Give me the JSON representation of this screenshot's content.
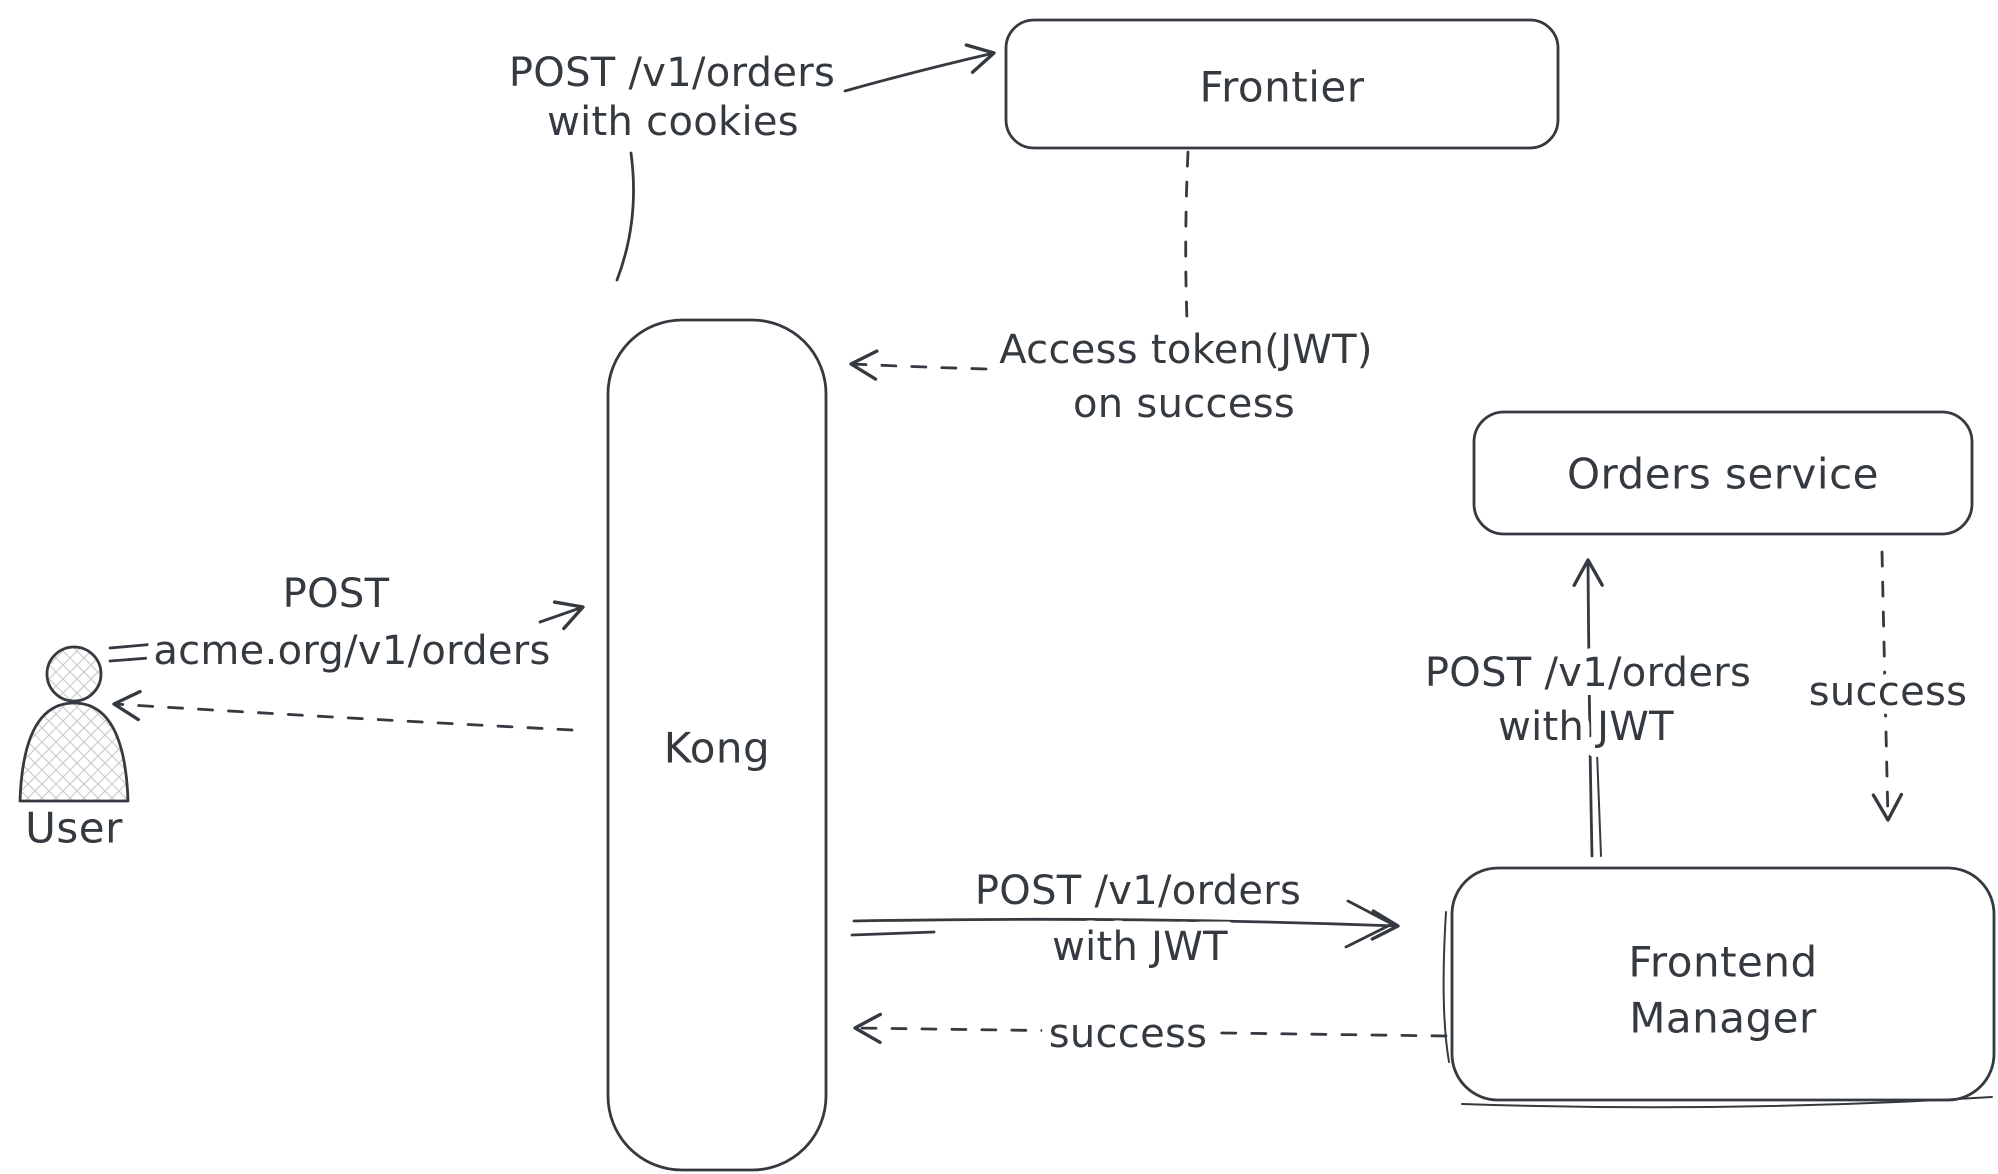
{
  "diagram": {
    "colors": {
      "stroke": "#343a40",
      "background": "#ffffff"
    },
    "nodes": {
      "frontier": {
        "label": "Frontier"
      },
      "kong": {
        "label": "Kong"
      },
      "orders_service": {
        "label": "Orders service"
      },
      "frontend_manager": {
        "label_line1": "Frontend",
        "label_line2": "Manager"
      },
      "user": {
        "label": "User"
      }
    },
    "edges": {
      "user_to_kong": {
        "label_line1": "POST",
        "label_line2": "acme.org/v1/orders",
        "style": "solid"
      },
      "kong_to_user": {
        "style": "dashed"
      },
      "kong_to_frontier": {
        "label_line1": "POST /v1/orders",
        "label_line2": "with cookies",
        "style": "solid"
      },
      "frontier_to_kong": {
        "label_line1": "Access token(JWT)",
        "label_line2": "on success",
        "style": "dashed"
      },
      "kong_to_frontend_manager": {
        "label_line1": "POST /v1/orders",
        "label_line2": "with JWT",
        "style": "solid"
      },
      "frontend_manager_to_kong": {
        "label": "success",
        "style": "dashed"
      },
      "frontend_manager_to_orders_service": {
        "label_line1": "POST /v1/orders",
        "label_line2": "with JWT",
        "style": "solid"
      },
      "orders_service_to_frontend_manager": {
        "label": "success",
        "style": "dashed"
      }
    }
  }
}
